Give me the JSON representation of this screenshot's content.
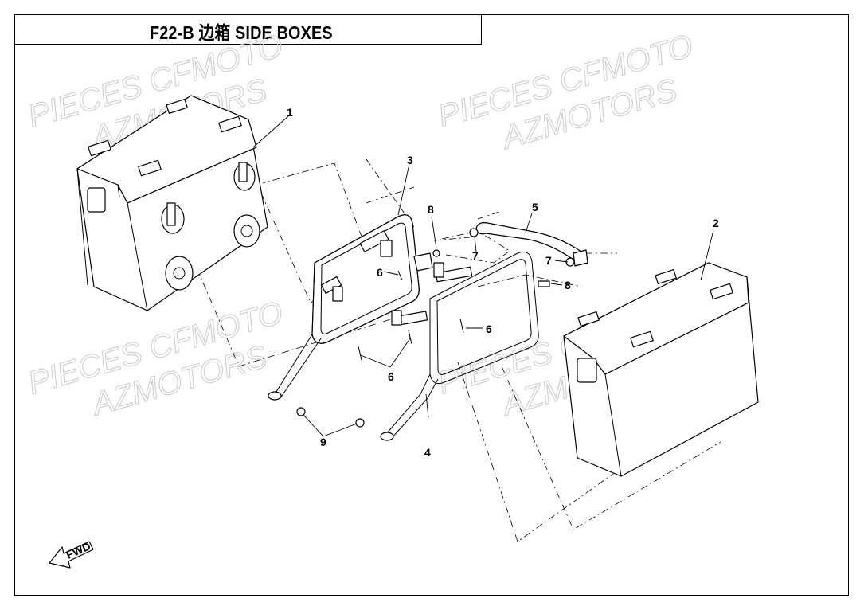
{
  "header": {
    "title": "F22-B   边箱 SIDE BOXES"
  },
  "watermark": {
    "line1": "PIECES CFMOTO",
    "line2": "AZMOTORS"
  },
  "fwd_label": "FWD",
  "callouts": [
    {
      "id": "c1",
      "text": "1"
    },
    {
      "id": "c2",
      "text": "2"
    },
    {
      "id": "c3",
      "text": "3"
    },
    {
      "id": "c4",
      "text": "4"
    },
    {
      "id": "c5",
      "text": "5"
    },
    {
      "id": "c6a",
      "text": "6"
    },
    {
      "id": "c6b",
      "text": "6"
    },
    {
      "id": "c6c",
      "text": "6"
    },
    {
      "id": "c7a",
      "text": "7"
    },
    {
      "id": "c7b",
      "text": "7"
    },
    {
      "id": "c8a",
      "text": "8"
    },
    {
      "id": "c8b",
      "text": "8"
    },
    {
      "id": "c9",
      "text": "9"
    }
  ]
}
